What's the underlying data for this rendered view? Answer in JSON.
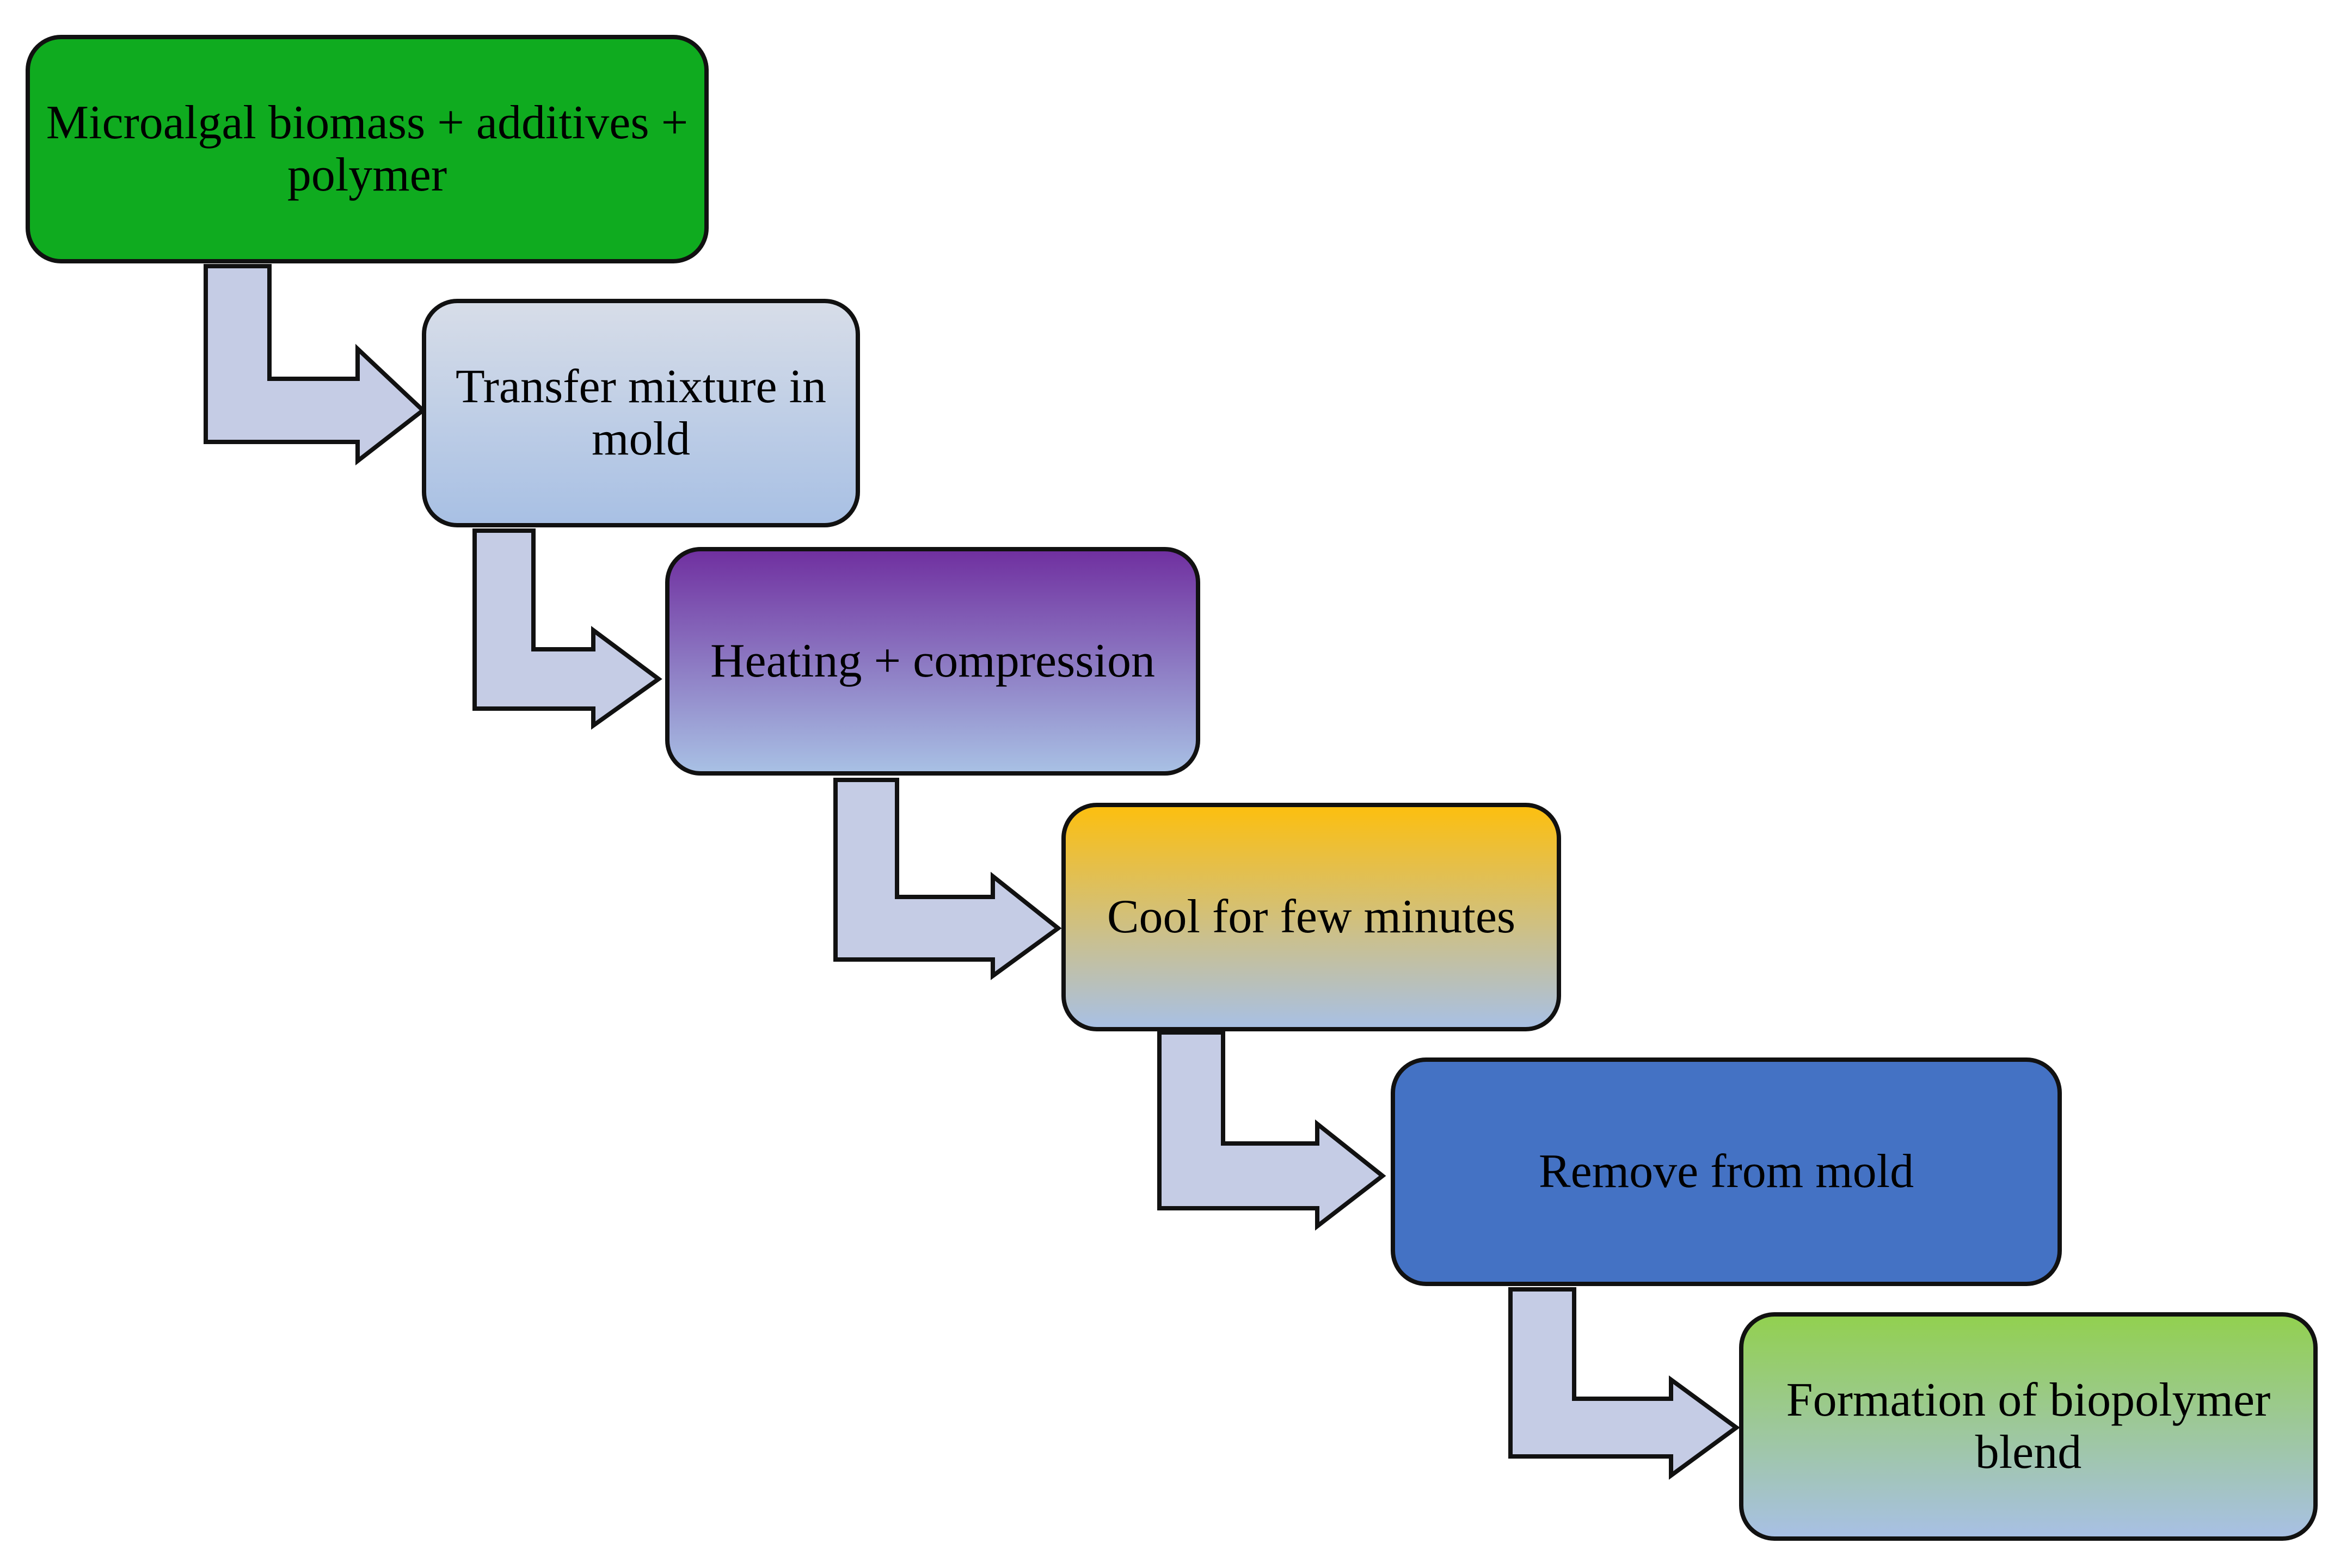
{
  "diagram": {
    "steps": [
      {
        "label": "Microalgal biomass + additives + polymer",
        "top_color": "#0fab1f",
        "bottom_color": "#0fab1f"
      },
      {
        "label": "Transfer mixture in mold",
        "top_color": "#d7dde8",
        "bottom_color": "#a8c0e4"
      },
      {
        "label": "Heating + compression",
        "top_color": "#7030a0",
        "bottom_color": "#a8c0e4"
      },
      {
        "label": "Cool for few minutes",
        "top_color": "#fcbf10",
        "bottom_color": "#a8c0e4"
      },
      {
        "label": "Remove from mold",
        "top_color": "#4472c4",
        "bottom_color": "#4472c4"
      },
      {
        "label": "Formation of biopolymer blend",
        "top_color": "#92d050",
        "bottom_color": "#a8c0e4"
      }
    ],
    "arrow_fill": "#c5cce5",
    "arrow_stroke": "#111111"
  }
}
